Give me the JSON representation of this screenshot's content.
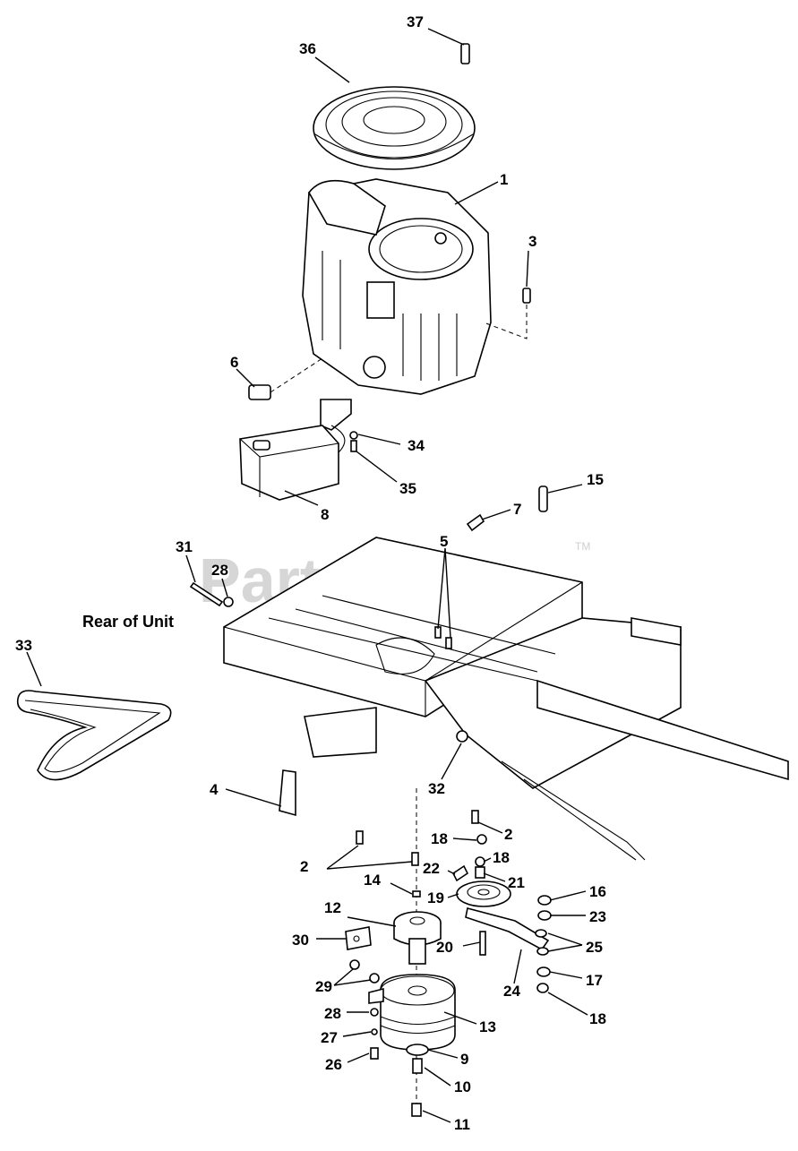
{
  "watermark": {
    "brand": "PartsTree",
    "trademark": "TM"
  },
  "annotations": {
    "rear_of_unit": "Rear of Unit"
  },
  "callouts": {
    "c1": "1",
    "c2a": "2",
    "c2b": "2",
    "c3": "3",
    "c4": "4",
    "c5": "5",
    "c6": "6",
    "c7": "7",
    "c8": "8",
    "c9": "9",
    "c10": "10",
    "c11": "11",
    "c12": "12",
    "c13": "13",
    "c14": "14",
    "c15": "15",
    "c16": "16",
    "c17": "17",
    "c18a": "18",
    "c18b": "18",
    "c18c": "18",
    "c19": "19",
    "c20": "20",
    "c21": "21",
    "c22": "22",
    "c23": "23",
    "c24": "24",
    "c25": "25",
    "c26": "26",
    "c27": "27",
    "c28a": "28",
    "c28b": "28",
    "c29": "29",
    "c30": "30",
    "c31": "31",
    "c32": "32",
    "c33": "33",
    "c34": "34",
    "c35": "35",
    "c36": "36",
    "c37": "37"
  }
}
